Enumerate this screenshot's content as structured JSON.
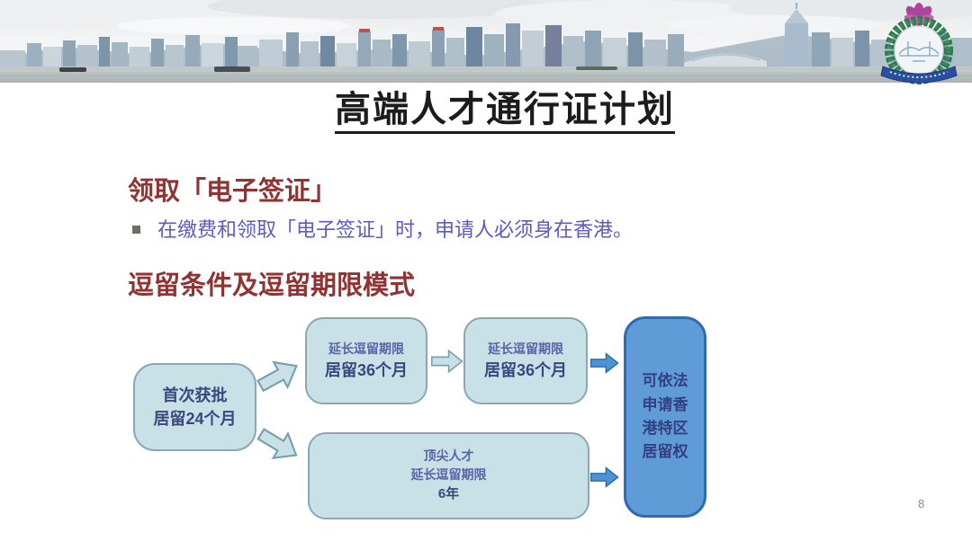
{
  "slide": {
    "title": "高端人才通行证计划",
    "page_number": "8"
  },
  "banner": {
    "photo": "hong-kong-victoria-harbour-skyline-photo",
    "emblem": "hong-kong-immigration-department-emblem"
  },
  "section_evisa": {
    "heading": "领取「电子签证」",
    "bullet": "在缴费和领取「电子签证」时，申请人必须身在香港。"
  },
  "section_stay": {
    "heading": "逗留条件及逗留期限模式"
  },
  "flowchart": {
    "first_approval": {
      "line1": "首次获批",
      "line2": "居留24个月"
    },
    "extension_1": {
      "line1": "延长逗留期限",
      "line2": "居留36个月"
    },
    "extension_2": {
      "line1": "延长逗留期限",
      "line2": "居留36个月"
    },
    "top_talent": {
      "line1": "顶尖人才",
      "line2": "延长逗留期限",
      "line3": "6年"
    },
    "right_of_abode": {
      "text": "可依法申请香港特区居留权"
    }
  },
  "colors": {
    "heading_maroon": "#8f3433",
    "bullet_text_blue": "#5a5ac8",
    "light_box_fill": "#c8e1e6",
    "light_box_border": "#8ba7b5",
    "blue_box_fill": "#5f9bd6",
    "blue_box_border": "#2d6cb2",
    "box_text_navy": "#39477f",
    "blue_arrow_fill": "#4e92d6"
  }
}
